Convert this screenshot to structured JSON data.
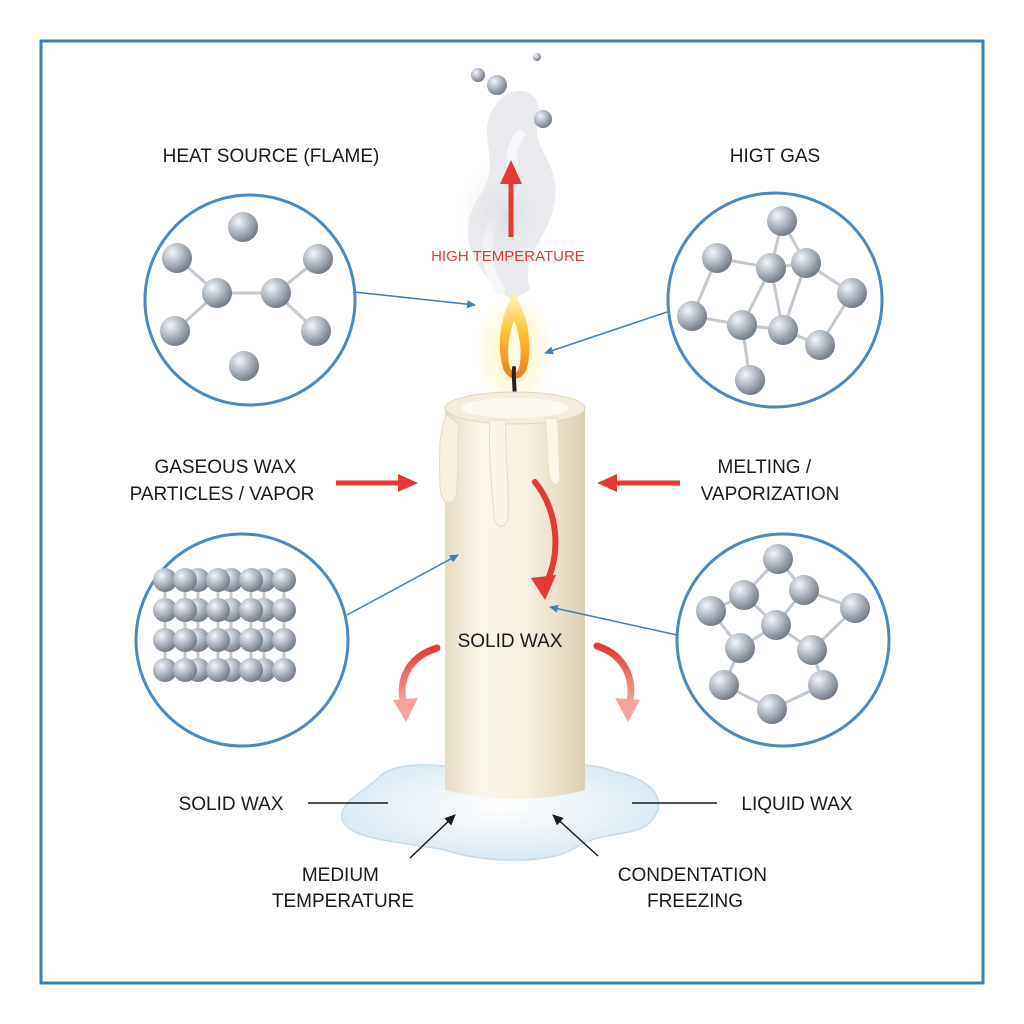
{
  "labels": {
    "heat_source": "HEAT SOURCE (FLAME)",
    "higt_gas": "HIGT GAS",
    "high_temperature": "HIGH TEMPERATURE",
    "gaseous_line1": "GASEOUS WAX",
    "gaseous_line2": "PARTICLES / VAPOR",
    "melting_line1": "MELTING /",
    "melting_line2": "VAPORIZATION",
    "solid_wax_center": "SOLID WAX",
    "solid_wax_left": "SOLID WAX",
    "liquid_wax": "LIQUID WAX",
    "medium_line1": "MEDIUM",
    "medium_line2": "TEMPERATURE",
    "condensation_line1": "CONDENTATION",
    "condensation_line2": "FREEZING"
  },
  "colors": {
    "frame": "#3d7fb8",
    "circle_border": "#4a88bf",
    "pointer_blue": "#3d7fb8",
    "arrow_red": "#e33a35",
    "label_red": "#e03a35",
    "text": "#1a1a1a",
    "candle": "#f4ecdc",
    "puddle": "#e7f1f8",
    "molecule": "#a9b0bb"
  },
  "icons": {
    "flame": "candle-flame-icon",
    "smoke": "smoke-wisp-icon",
    "molecule": "molecule-sphere-icon"
  }
}
